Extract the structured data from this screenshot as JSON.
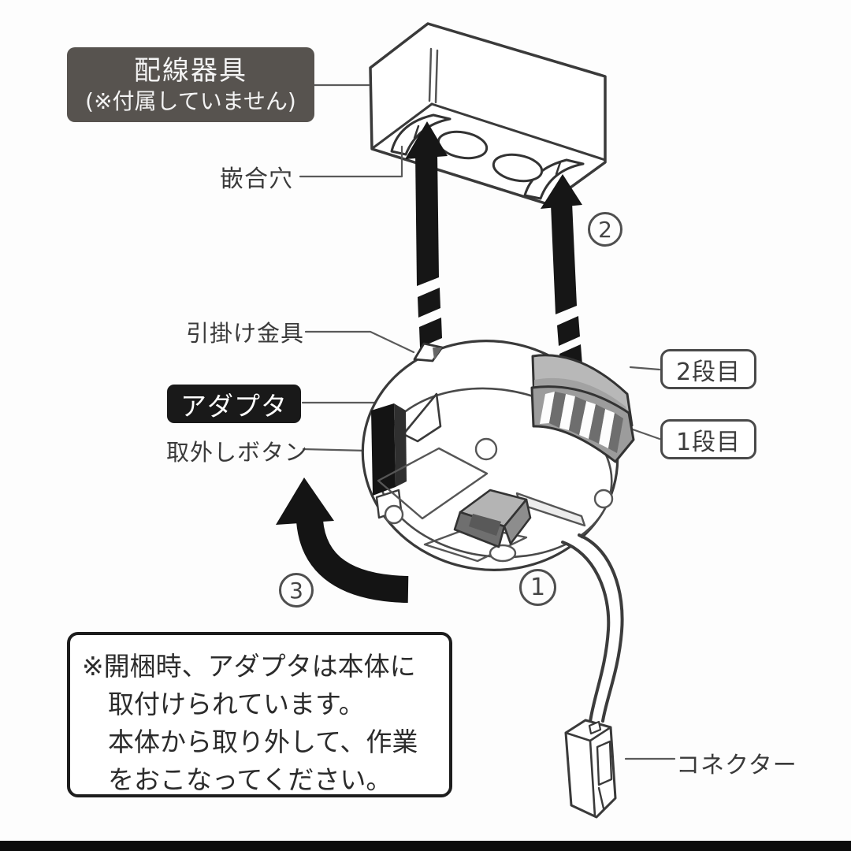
{
  "labels": {
    "wiring_device_line1": "配線器具",
    "wiring_device_line2": "(※付属していません)",
    "fitting_hole": "嵌合穴",
    "hook_fitting": "引掛け金具",
    "adapter": "アダプタ",
    "release_button": "取外しボタン",
    "step_2nd": "2段目",
    "step_1st": "1段目",
    "connector": "コネクター"
  },
  "step_markers": {
    "one": "1",
    "two": "2",
    "three": "3"
  },
  "note": {
    "line1": "※開梱時、アダプタは本体に",
    "line2": "取付けられています。",
    "line3": "本体から取り外して、作業",
    "line4": "をおこなってください。"
  },
  "colors": {
    "background": "#fdfdfd",
    "outline": "#3a3a3a",
    "dark_label_bg": "#57534f",
    "adapter_label_bg": "#191919",
    "arrow_black": "#161616",
    "latch_gray": "#b8b8b8",
    "latch_gray_dark": "#6e6e6e",
    "note_border": "#1d1d1d",
    "bottom_bar": "#0b0b0b"
  }
}
